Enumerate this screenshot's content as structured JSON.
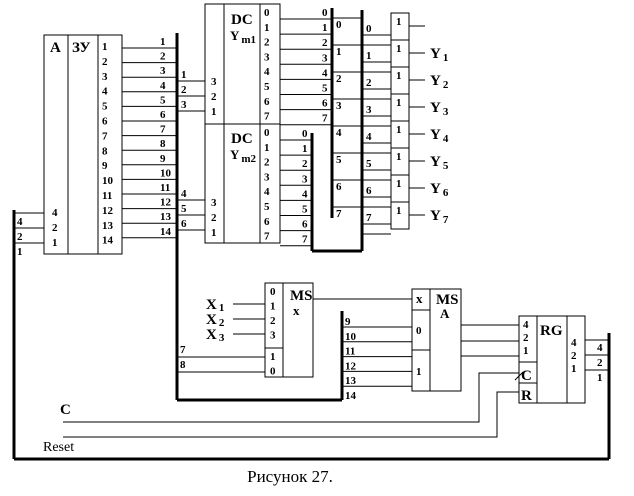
{
  "caption": "Рисунок 27.",
  "memory": {
    "label_addr": "A",
    "label_name": "ЗУ",
    "addr_inputs": [
      "4",
      "2",
      "1"
    ],
    "outputs": [
      "1",
      "2",
      "3",
      "4",
      "5",
      "6",
      "7",
      "8",
      "9",
      "10",
      "11",
      "12",
      "13",
      "14"
    ]
  },
  "main_bus": {
    "labels": [
      "1",
      "2",
      "3",
      "4",
      "5",
      "6",
      "7",
      "8",
      "9",
      "10",
      "11",
      "12",
      "13",
      "14"
    ],
    "dc1_taps": [
      "1",
      "2",
      "3"
    ],
    "dc2_taps": [
      "4",
      "5",
      "6"
    ],
    "msx_taps": [
      "7",
      "8"
    ],
    "msa_taps": [
      "9",
      "10",
      "11",
      "12",
      "13",
      "14"
    ]
  },
  "decoder1": {
    "title": "DC",
    "subtitle": "Y",
    "subscript": "m1",
    "inputs": [
      "3",
      "2",
      "1"
    ],
    "outputs": [
      "0",
      "1",
      "2",
      "3",
      "4",
      "5",
      "6",
      "7"
    ]
  },
  "decoder2": {
    "title": "DC",
    "subtitle": "Y",
    "subscript": "m2",
    "inputs": [
      "3",
      "2",
      "1"
    ],
    "outputs": [
      "0",
      "1",
      "2",
      "3",
      "4",
      "5",
      "6",
      "7"
    ]
  },
  "bus_a_labels": [
    "0",
    "1",
    "2",
    "3",
    "4",
    "5",
    "6",
    "7"
  ],
  "bus_c_labels": [
    "0",
    "1",
    "2",
    "3",
    "4",
    "5",
    "6",
    "7"
  ],
  "bus_b_left_labels": [
    "0",
    "1",
    "2",
    "3",
    "4",
    "5",
    "6",
    "7"
  ],
  "bus_b_right_labels": [
    "0",
    "1",
    "2",
    "3",
    "4",
    "5",
    "6",
    "7"
  ],
  "or_gates": {
    "symbol": "1",
    "outputs": [
      {
        "name": "",
        "sub": ""
      },
      {
        "name": "Y",
        "sub": "1"
      },
      {
        "name": "Y",
        "sub": "2"
      },
      {
        "name": "Y",
        "sub": "3"
      },
      {
        "name": "Y",
        "sub": "4"
      },
      {
        "name": "Y",
        "sub": "5"
      },
      {
        "name": "Y",
        "sub": "6"
      },
      {
        "name": "Y",
        "sub": "7"
      }
    ]
  },
  "mux_x": {
    "title": "MS",
    "subtitle": "x",
    "data_inputs": [
      "0",
      "1",
      "2",
      "3"
    ],
    "select_inputs": [
      "1",
      "0"
    ],
    "x_inputs": [
      {
        "name": "X",
        "sub": "1"
      },
      {
        "name": "X",
        "sub": "2"
      },
      {
        "name": "X",
        "sub": "3"
      }
    ]
  },
  "mux_a": {
    "title": "MS",
    "subtitle": "A",
    "inputs": [
      "x",
      "0",
      "1"
    ],
    "bus_labels": [
      "9",
      "10",
      "11",
      "12",
      "13",
      "14"
    ]
  },
  "register": {
    "title": "RG",
    "inputs": [
      "4",
      "2",
      "1"
    ],
    "clock": "C",
    "reset": "R",
    "outputs": [
      "4",
      "2",
      "1"
    ],
    "feedback_labels": [
      "4",
      "2",
      "1"
    ]
  },
  "feedback_labels": [
    "4",
    "2",
    "1"
  ],
  "signals": {
    "clock": "C",
    "reset": "Reset"
  }
}
